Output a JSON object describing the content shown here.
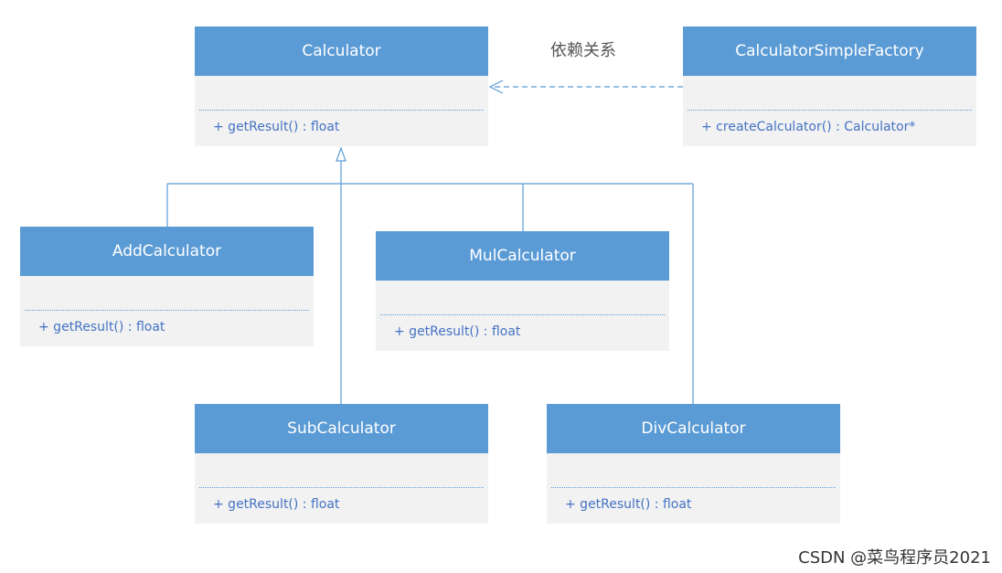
{
  "dependency_label": "依赖关系",
  "classes": {
    "calculator": {
      "name": "Calculator",
      "method": "+ getResult() : float"
    },
    "factory": {
      "name": "CalculatorSimpleFactory",
      "method": "+ createCalculator() : Calculator*"
    },
    "add": {
      "name": "AddCalculator",
      "method": "+ getResult() : float"
    },
    "mul": {
      "name": "MulCalculator",
      "method": "+ getResult() : float"
    },
    "sub": {
      "name": "SubCalculator",
      "method": "+ getResult() : float"
    },
    "div": {
      "name": "DivCalculator",
      "method": "+ getResult() : float"
    }
  },
  "watermark": "CSDN @菜鸟程序员2021",
  "colors": {
    "header": "#5b9bd5",
    "body": "#f2f2f2",
    "line": "#5b9bd5",
    "method_text": "#4472c4"
  }
}
